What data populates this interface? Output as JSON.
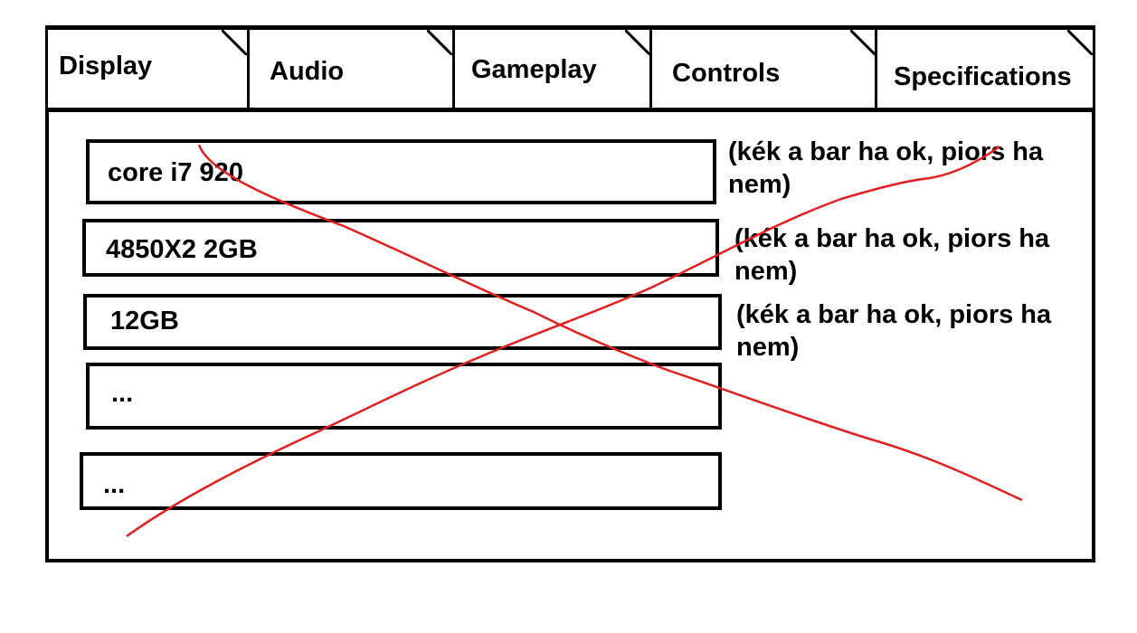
{
  "tabs": [
    {
      "label": "Display"
    },
    {
      "label": "Audio"
    },
    {
      "label": "Gameplay"
    },
    {
      "label": "Controls"
    },
    {
      "label": "Specifications"
    }
  ],
  "specs": [
    {
      "value": "core i7 920",
      "note": "(kék a bar ha ok, piors ha nem)"
    },
    {
      "value": "4850X2 2GB",
      "note": "(kék a bar ha ok, piors ha nem)"
    },
    {
      "value": "12GB",
      "note": "(kék a bar ha ok, piors ha nem)"
    },
    {
      "value": "..."
    },
    {
      "value": "..."
    }
  ],
  "colors": {
    "border": "#000000",
    "strike": "#e02020",
    "background": "#ffffff"
  },
  "icons": {
    "tab_corner": "folded-corner-icon"
  }
}
